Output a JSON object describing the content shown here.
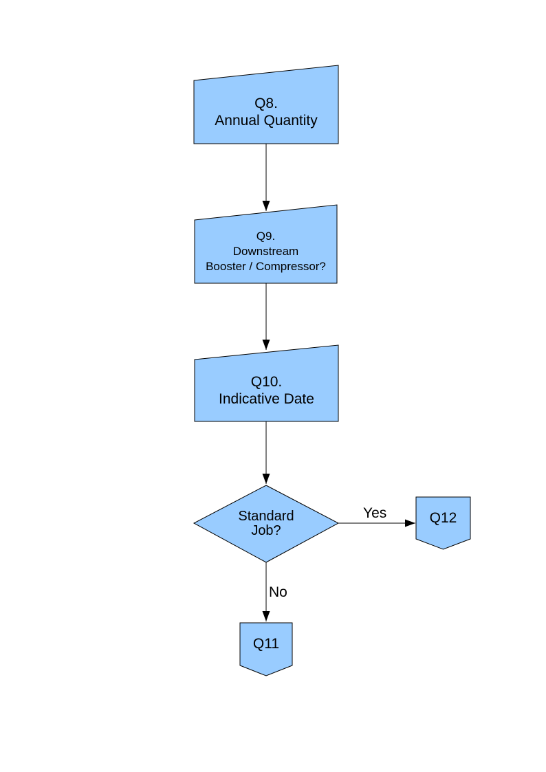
{
  "style": {
    "page_background": "#ffffff",
    "node_fill": "#99ccff",
    "node_border": "#000000",
    "text_color": "#000000",
    "connector_color": "#000000"
  },
  "nodes": {
    "q8": {
      "type": "manual-input",
      "lines": [
        "Q8.",
        "Annual Quantity"
      ]
    },
    "q9": {
      "type": "manual-input",
      "lines": [
        "Q9.",
        "Downstream",
        "Booster / Compressor?"
      ]
    },
    "q10": {
      "type": "manual-input",
      "lines": [
        "Q10.",
        "Indicative Date"
      ]
    },
    "standard_job": {
      "type": "decision",
      "lines": [
        "Standard",
        "Job?"
      ]
    },
    "q12": {
      "type": "off-page-connector",
      "label": "Q12"
    },
    "q11": {
      "type": "off-page-connector",
      "label": "Q11"
    }
  },
  "edges": {
    "yes": {
      "label": "Yes"
    },
    "no": {
      "label": "No"
    }
  }
}
